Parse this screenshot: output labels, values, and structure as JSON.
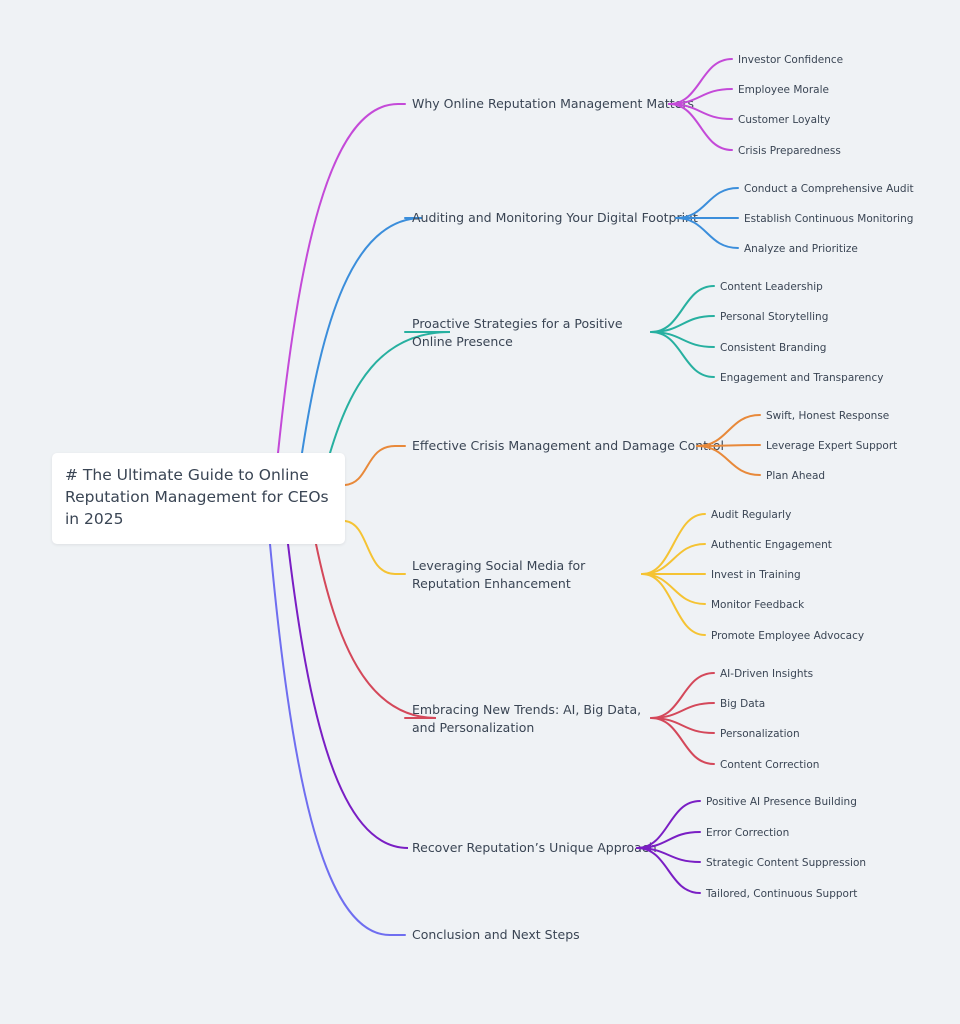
{
  "root": {
    "title": "# The Ultimate Guide to Online Reputation Management for CEOs in 2025"
  },
  "branches": [
    {
      "label": "Why Online Reputation Management Matters",
      "color": "#c44ad8",
      "leaves": [
        "Investor Confidence",
        "Employee Morale",
        "Customer Loyalty",
        "Crisis Preparedness"
      ]
    },
    {
      "label": "Auditing and Monitoring Your Digital Footprint",
      "color": "#3b8edb",
      "leaves": [
        "Conduct a Comprehensive Audit",
        "Establish Continuous Monitoring",
        "Analyze and Prioritize"
      ]
    },
    {
      "label": "Proactive Strategies for a Positive Online Presence",
      "color": "#27b0a0",
      "leaves": [
        "Content Leadership",
        "Personal Storytelling",
        "Consistent Branding",
        "Engagement and Transparency"
      ]
    },
    {
      "label": "Effective Crisis Management and Damage Control",
      "color": "#e8893a",
      "leaves": [
        "Swift, Honest Response",
        "Leverage Expert Support",
        "Plan Ahead"
      ]
    },
    {
      "label": "Leveraging Social Media for Reputation Enhancement",
      "color": "#f5c333",
      "leaves": [
        "Audit Regularly",
        "Authentic Engagement",
        "Invest in Training",
        "Monitor Feedback",
        "Promote Employee Advocacy"
      ]
    },
    {
      "label": "Embracing New Trends: AI, Big Data, and Personalization",
      "color": "#d4485a",
      "leaves": [
        "AI-Driven Insights",
        "Big Data",
        "Personalization",
        "Content Correction"
      ]
    },
    {
      "label": "Recover Reputation’s Unique Approach",
      "color": "#7a1ec4",
      "leaves": [
        "Positive AI Presence Building",
        "Error Correction",
        "Strategic Content Suppression",
        "Tailored, Continuous Support"
      ]
    },
    {
      "label": "Conclusion and Next Steps",
      "color": "#6f6ef0",
      "leaves": []
    }
  ]
}
